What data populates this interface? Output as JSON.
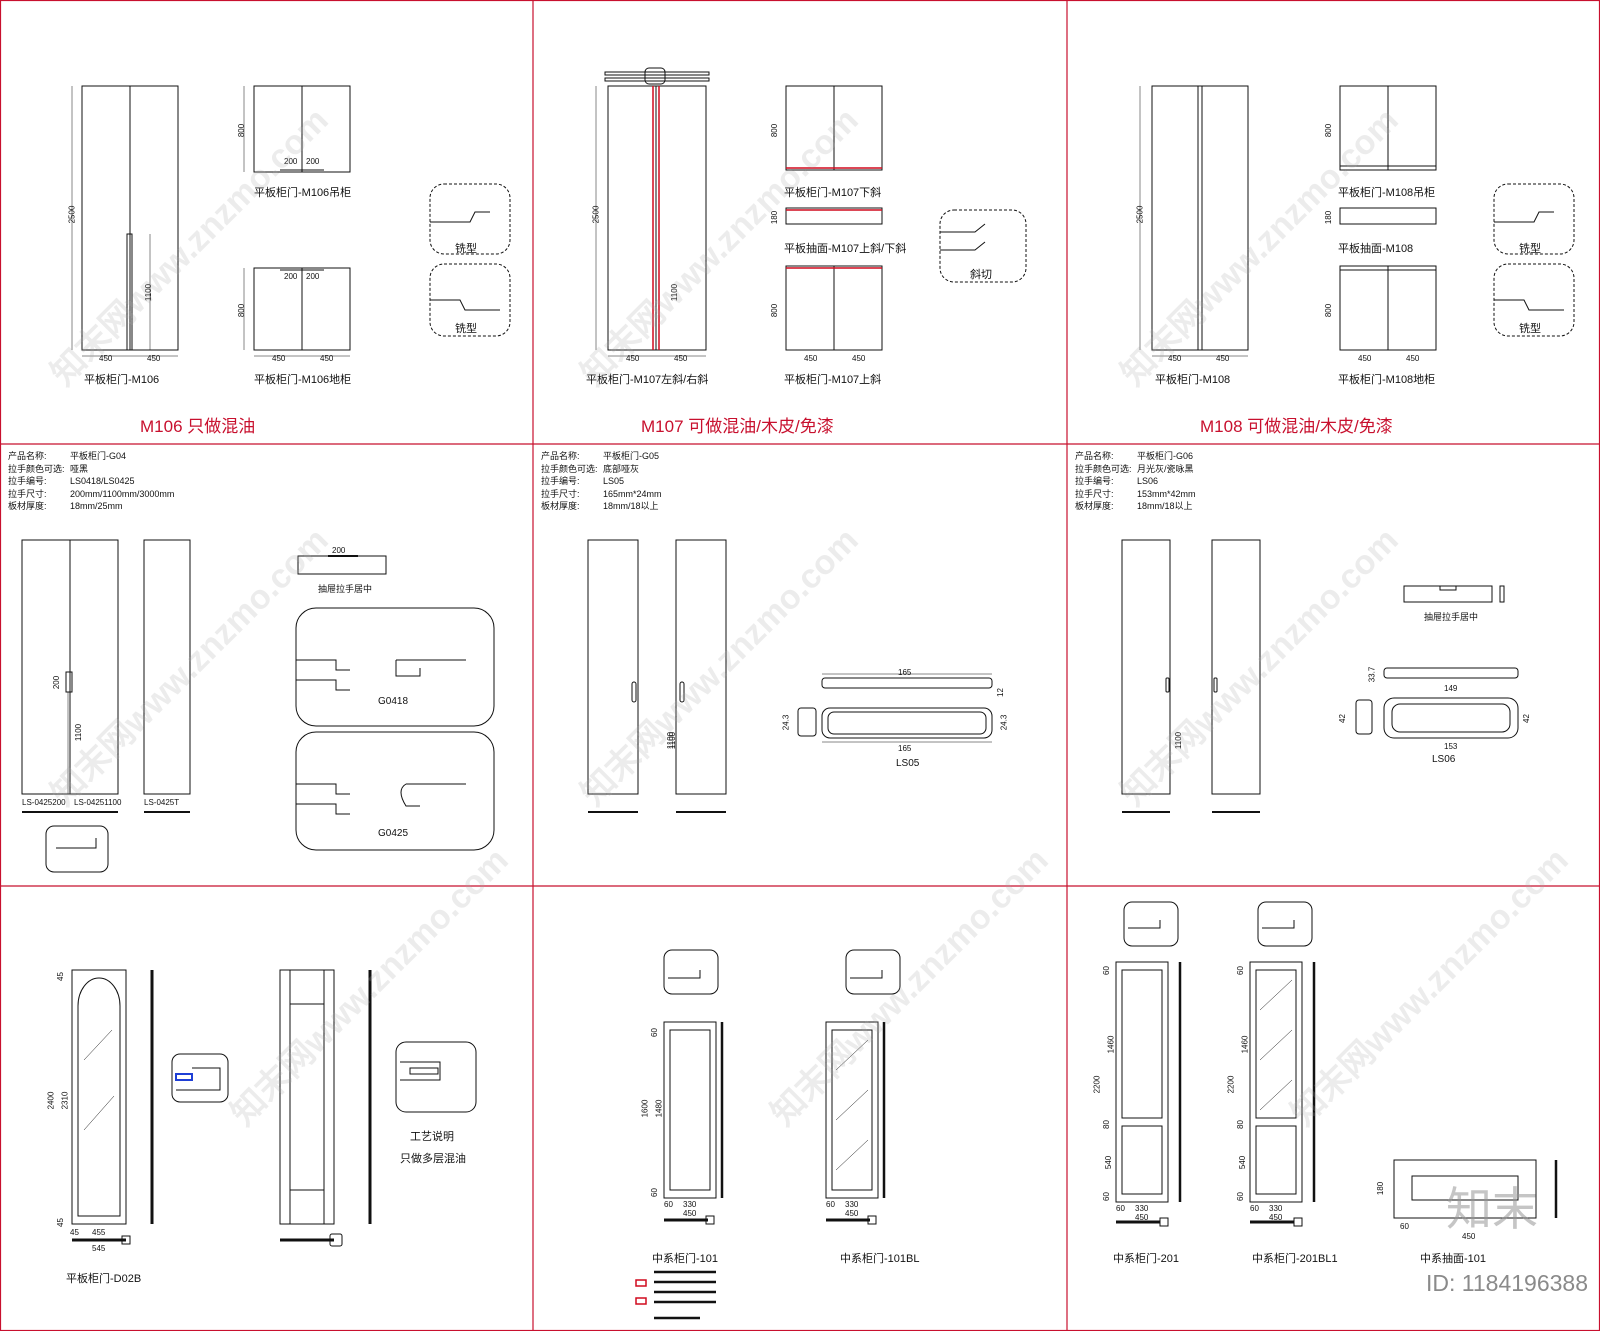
{
  "panels": {
    "m106": {
      "title": "M106 只做混油",
      "door_label": "平板柜门-M106",
      "wall_label": "平板柜门-M106吊柜",
      "base_label": "平板柜门-M106地柜",
      "milling_1": "铣型",
      "milling_2": "铣型",
      "dims": {
        "height": "2500",
        "handle": "1100",
        "w1": "450",
        "w2": "450",
        "upper_h": "800",
        "lower_h": "800",
        "pull1": "200",
        "pull2": "200"
      }
    },
    "m107": {
      "title": "M107 可做混油/木皮/免漆",
      "door_label": "平板柜门-M107左斜/右斜",
      "wall_label": "平板柜门-M107下斜",
      "drawer_label": "平板抽面-M107上斜/下斜",
      "base_label": "平板柜门-M107上斜",
      "bevel": "斜切",
      "dims": {
        "height": "2500",
        "handle": "1100",
        "w1": "450",
        "w2": "450",
        "upper_h": "800",
        "drawer_h": "180",
        "lower_h": "800"
      }
    },
    "m108": {
      "title": "M108 可做混油/木皮/免漆",
      "door_label": "平板柜门-M108",
      "wall_label": "平板柜门-M108吊柜",
      "drawer_label": "平板抽面-M108",
      "base_label": "平板柜门-M108地柜",
      "milling_1": "铣型",
      "milling_2": "铣型",
      "dims": {
        "height": "2500",
        "w1": "450",
        "w2": "450",
        "upper_h": "800",
        "drawer_h": "180",
        "lower_h": "800"
      }
    },
    "g04": {
      "spec": [
        {
          "k": "产品名称:",
          "v": "平板柜门-G04"
        },
        {
          "k": "拉手颜色可选:",
          "v": "哑黑"
        },
        {
          "k": "拉手编号:",
          "v": "LS0418/LS0425"
        },
        {
          "k": "拉手尺寸:",
          "v": "200mm/1100mm/3000mm"
        },
        {
          "k": "板材厚度:",
          "v": "18mm/25mm"
        }
      ],
      "profile_1": "G0418",
      "profile_2": "G0425",
      "drawer_note": "抽屉拉手居中",
      "sub_labels": [
        "LS-0425200",
        "LS-04251100",
        "LS-0425T"
      ],
      "dims": {
        "pull": "200",
        "handle_h": "1100"
      }
    },
    "g05": {
      "spec": [
        {
          "k": "产品名称:",
          "v": "平板柜门-G05"
        },
        {
          "k": "拉手颜色可选:",
          "v": "底部哑灰"
        },
        {
          "k": "拉手编号:",
          "v": "LS05"
        },
        {
          "k": "拉手尺寸:",
          "v": "165mm*24mm"
        },
        {
          "k": "板材厚度:",
          "v": "18mm/18以上"
        }
      ],
      "handle_name": "LS05",
      "dims": {
        "len": "165",
        "len2": "165",
        "h": "24.3",
        "h2": "24.3",
        "depth": "12",
        "handle_h": "1100"
      }
    },
    "g06": {
      "spec": [
        {
          "k": "产品名称:",
          "v": "平板柜门-G06"
        },
        {
          "k": "拉手颜色可选:",
          "v": "月光灰/瓷咏黑"
        },
        {
          "k": "拉手编号:",
          "v": "LS06"
        },
        {
          "k": "拉手尺寸:",
          "v": "153mm*42mm"
        },
        {
          "k": "板材厚度:",
          "v": "18mm/18以上"
        }
      ],
      "handle_name": "LS06",
      "drawer_note": "抽屉拉手居中",
      "dims": {
        "len": "153",
        "inner": "149",
        "h": "42",
        "h2": "42",
        "depth": "33.7",
        "handle_h": "1100"
      }
    },
    "d02b": {
      "door_label": "平板柜门-D02B",
      "craft_title": "工艺说明",
      "craft_note": "只做多层混油",
      "dims": {
        "height": "2400",
        "inner": "2310",
        "top": "45",
        "bottom": "45",
        "w": "455",
        "w_total": "545",
        "side": "45"
      }
    },
    "z101": {
      "door_label": "中系柜门-101",
      "door_label_bl": "中系柜门-101BL",
      "dims": {
        "height": "1600",
        "inner": "1480",
        "top": "60",
        "bottom": "60",
        "w_inner": "330",
        "w_total": "450",
        "side": "60"
      }
    },
    "z201": {
      "door_label": "中系柜门-201",
      "door_label_bl": "中系柜门-201BL1",
      "drawer_label": "中系抽面-101",
      "dims": {
        "height": "2200",
        "upper": "1460",
        "mid": "80",
        "lower": "540",
        "top": "60",
        "bottom": "60",
        "w_inner": "330",
        "w_total": "450",
        "side": "60",
        "drawer_h": "180"
      }
    }
  },
  "watermark": "知末网www.znzmo.com",
  "brand": "知末",
  "image_id": "ID: 1184196388",
  "colors": {
    "grid": "#c8102e",
    "line": "#111111",
    "red_accent": "#d10a1e",
    "blue_accent": "#1f3fd6"
  }
}
